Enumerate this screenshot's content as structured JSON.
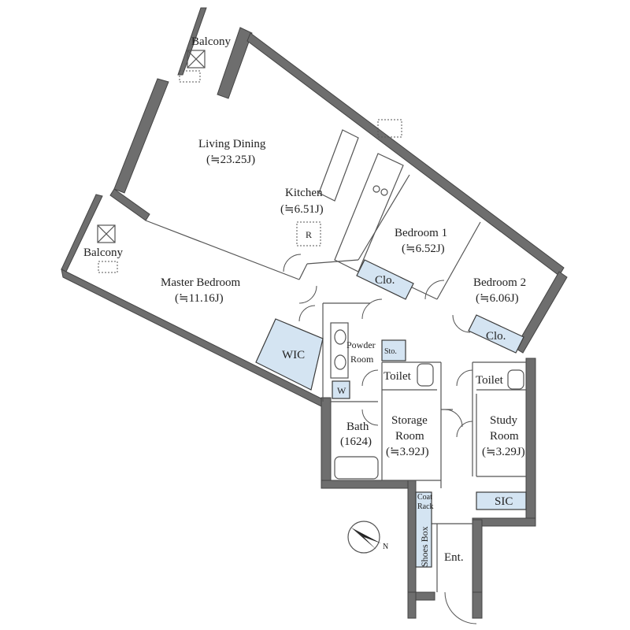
{
  "rooms": {
    "balcony_top": "Balcony",
    "balcony_left": "Balcony",
    "living_dining": "Living Dining",
    "living_dining_area": "(≒23.25J)",
    "kitchen": "Kitchen",
    "kitchen_area": "(≒6.51J)",
    "fridge": "R",
    "master_bedroom": "Master Bedroom",
    "master_bedroom_area": "(≒11.16J)",
    "bedroom1": "Bedroom 1",
    "bedroom1_area": "(≒6.52J)",
    "bedroom2": "Bedroom 2",
    "bedroom2_area": "(≒6.06J)",
    "clo1": "Clo.",
    "clo2": "Clo.",
    "wic": "WIC",
    "powder_room_1": "Powder",
    "powder_room_2": "Room",
    "sto": "Sto.",
    "toilet1": "Toilet",
    "toilet2": "Toilet",
    "washer": "W",
    "bath": "Bath",
    "bath_size": "(1624)",
    "storage_room_1": "Storage",
    "storage_room_2": "Room",
    "storage_room_area": "(≒3.92J)",
    "study_room_1": "Study",
    "study_room_2": "Room",
    "study_room_area": "(≒3.29J)",
    "sic": "SIC",
    "coat_rack_1": "Coat",
    "coat_rack_2": "Rack",
    "shoes_box": "Shoes Box",
    "entrance": "Ent."
  },
  "compass": {
    "label": "N"
  },
  "colors": {
    "wall": "#6e6e6e",
    "storage_fill": "#d4e4f2",
    "line": "#444444"
  }
}
